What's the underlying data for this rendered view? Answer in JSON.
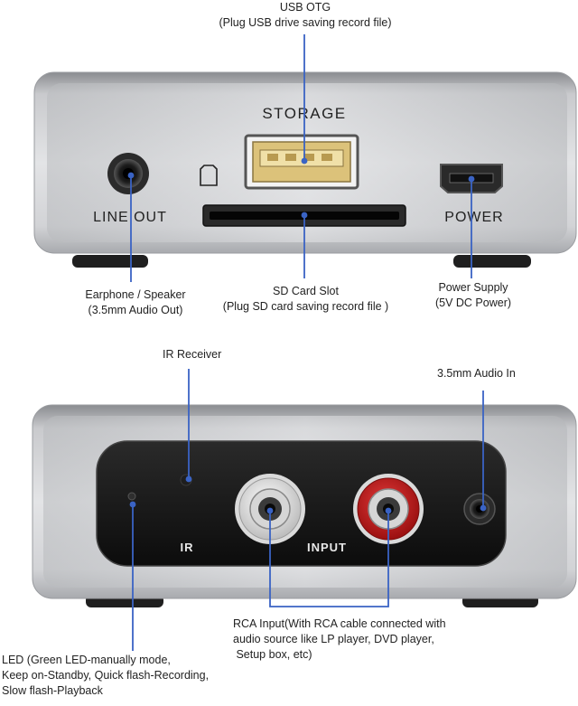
{
  "top_device": {
    "storage_label": "STORAGE",
    "line_out_label": "LINE OUT",
    "power_label": "POWER"
  },
  "bottom_device": {
    "ir_label": "IR",
    "input_label": "INPUT"
  },
  "callouts": {
    "usb_otg": {
      "line1": "USB OTG",
      "line2": "(Plug USB drive saving record file)"
    },
    "earphone": {
      "line1": "Earphone / Speaker",
      "line2": "(3.5mm Audio Out)"
    },
    "sd_card": {
      "line1": "SD Card Slot",
      "line2": "(Plug SD card saving record file )"
    },
    "power_supply": {
      "line1": "Power Supply",
      "line2": "(5V DC Power)"
    },
    "ir_receiver": {
      "line1": "IR Receiver"
    },
    "audio_in": {
      "line1": "3.5mm Audio In"
    },
    "rca_input": {
      "line1": "RCA Input(With RCA cable connected with",
      "line2": "audio source like LP player, DVD player,",
      "line3": " Setup box, etc)"
    },
    "led": {
      "line1": "LED (Green LED-manually mode,",
      "line2": "Keep on-Standby, Quick flash-Recording,",
      "line3": "Slow flash-Playback"
    }
  },
  "colors": {
    "callout_line": "#3a63c4",
    "device_silver": "#d9dadc",
    "panel_black": "#141414",
    "rca_red": "#c81e1e"
  }
}
